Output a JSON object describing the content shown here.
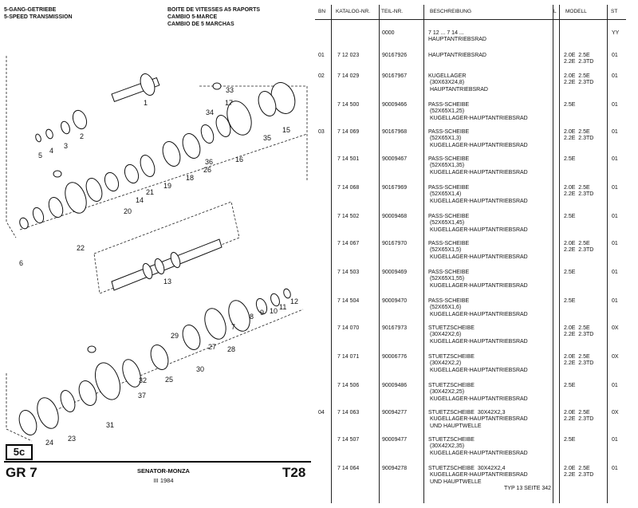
{
  "header": {
    "de": "5-GANG-GETRIEBE",
    "en": "5-SPEED TRANSMISSION",
    "fr": "BOITE DE VITESSES A5 RAPORTS",
    "fr2": "CAMBIO 5-MARCE",
    "es": "CAMBIO DE 5 MARCHAS"
  },
  "footer": {
    "section": "5c",
    "group": "GR 7",
    "model": "SENATOR-MONZA",
    "date": "III 1984",
    "page": "T28",
    "typ": "TYP  13  SEITE  342"
  },
  "callouts": [
    "1",
    "2",
    "3",
    "4",
    "5",
    "6",
    "7",
    "8",
    "9",
    "10",
    "11",
    "12",
    "13",
    "14",
    "15",
    "16",
    "17",
    "18",
    "19",
    "20",
    "21",
    "22",
    "23",
    "24",
    "25",
    "26",
    "27",
    "28",
    "29",
    "30",
    "31",
    "32",
    "33",
    "34",
    "35",
    "36",
    "37"
  ],
  "table": {
    "headers": {
      "bn": "BN",
      "katalog": "KATALOG-NR.",
      "teil": "TEIL-NR.",
      "desc": "BESCHREIBUNG",
      "l": "L",
      "modell": "MODELL",
      "st": "ST"
    },
    "rows": [
      {
        "bn": "",
        "kat": "",
        "teil": "0000",
        "desc": "7 12 ... 7 14 ...\nHAUPTANTRIEBSRAD",
        "mod": "",
        "st": "YY"
      },
      {
        "bn": "01",
        "kat": "7 12 023",
        "teil": "90167926",
        "desc": "HAUPTANTRIEBSRAD",
        "mod": "2.0E  2.5E\n2.2E  2.3TD",
        "st": "01"
      },
      {
        "bn": "02",
        "kat": "7 14 029",
        "teil": "90167967",
        "desc": "KUGELLAGER\n (30X63X24,8)\n HAUPTANTRIEBSRAD",
        "mod": "2.0E  2.5E\n2.2E  2.3TD",
        "st": "01"
      },
      {
        "bn": "",
        "kat": "7 14 500",
        "teil": "90009466",
        "desc": "PASS-SCHEIBE\n (52X65X1,25)\n KUGELLAGER-HAUPTANTRIEBSRAD",
        "mod": "2.5E",
        "st": "01"
      },
      {
        "bn": "03",
        "kat": "7 14 069",
        "teil": "90167968",
        "desc": "PASS-SCHEIBE\n (52X65X1,3)\n KUGELLAGER-HAUPTANTRIEBSRAD",
        "mod": "2.0E  2.5E\n2.2E  2.3TD",
        "st": "01"
      },
      {
        "bn": "",
        "kat": "7 14 501",
        "teil": "90009467",
        "desc": "PASS-SCHEIBE\n (52X65X1,35)\n KUGELLAGER-HAUPTANTRIEBSRAD",
        "mod": "2.5E",
        "st": "01"
      },
      {
        "bn": "",
        "kat": "7 14 068",
        "teil": "90167969",
        "desc": "PASS-SCHEIBE\n (52X65X1,4)\n KUGELLAGER-HAUPTANTRIEBSRAD",
        "mod": "2.0E  2.5E\n2.2E  2.3TD",
        "st": "01"
      },
      {
        "bn": "",
        "kat": "7 14 502",
        "teil": "90009468",
        "desc": "PASS-SCHEIBE\n (52X65X1,45)\n KUGELLAGER-HAUPTANTRIEBSRAD",
        "mod": "2.5E",
        "st": "01"
      },
      {
        "bn": "",
        "kat": "7 14 067",
        "teil": "90167970",
        "desc": "PASS-SCHEIBE\n (52X65X1,5)\n KUGELLAGER-HAUPTANTRIEBSRAD",
        "mod": "2.0E  2.5E\n2.2E  2.3TD",
        "st": "01"
      },
      {
        "bn": "",
        "kat": "7 14 503",
        "teil": "90009469",
        "desc": "PASS-SCHEIBE\n (52X65X1,55)\n KUGELLAGER-HAUPTANTRIEBSRAD",
        "mod": "2.5E",
        "st": "01"
      },
      {
        "bn": "",
        "kat": "7 14 504",
        "teil": "90009470",
        "desc": "PASS-SCHEIBE\n (52X65X1,6)\n KUGELLAGER-HAUPTANTRIEBSRAD",
        "mod": "2.5E",
        "st": "01"
      },
      {
        "bn": "",
        "kat": "7 14 070",
        "teil": "90167973",
        "desc": "STUETZSCHEIBE\n (30X42X2,6)\n KUGELLAGER-HAUPTANTRIEBSRAD",
        "mod": "2.0E  2.5E\n2.2E  2.3TD",
        "st": "0X"
      },
      {
        "bn": "",
        "kat": "7 14 071",
        "teil": "90006776",
        "desc": "STUETZSCHEIBE\n (30X42X2,2)\n KUGELLAGER-HAUPTANTRIEBSRAD",
        "mod": "2.0E  2.5E\n2.2E  2.3TD",
        "st": "0X"
      },
      {
        "bn": "",
        "kat": "7 14 506",
        "teil": "90009486",
        "desc": "STUETZSCHEIBE\n (30X42X2,25)\n KUGELLAGER-HAUPTANTRIEBSRAD",
        "mod": "2.5E",
        "st": "01"
      },
      {
        "bn": "04",
        "kat": "7 14 063",
        "teil": "90094277",
        "desc": "STUETZSCHEIBE  30X42X2,3\n KUGELLAGER-HAUPTANTRIEBSRAD\n UND HAUPTWELLE",
        "mod": "2.0E  2.5E\n2.2E  2.3TD",
        "st": "0X"
      },
      {
        "bn": "",
        "kat": "7 14 507",
        "teil": "90009477",
        "desc": "STUETZSCHEIBE\n (30X42X2,35)\n KUGELLAGER-HAUPTANTRIEBSRAD",
        "mod": "2.5E",
        "st": "01"
      },
      {
        "bn": "",
        "kat": "7 14 064",
        "teil": "90094278",
        "desc": "STUETZSCHEIBE  30X42X2,4\n KUGELLAGER-HAUPTANTRIEBSRAD\n UND HAUPTWELLE",
        "mod": "2.0E  2.5E\n2.2E  2.3TD",
        "st": "01"
      }
    ]
  }
}
